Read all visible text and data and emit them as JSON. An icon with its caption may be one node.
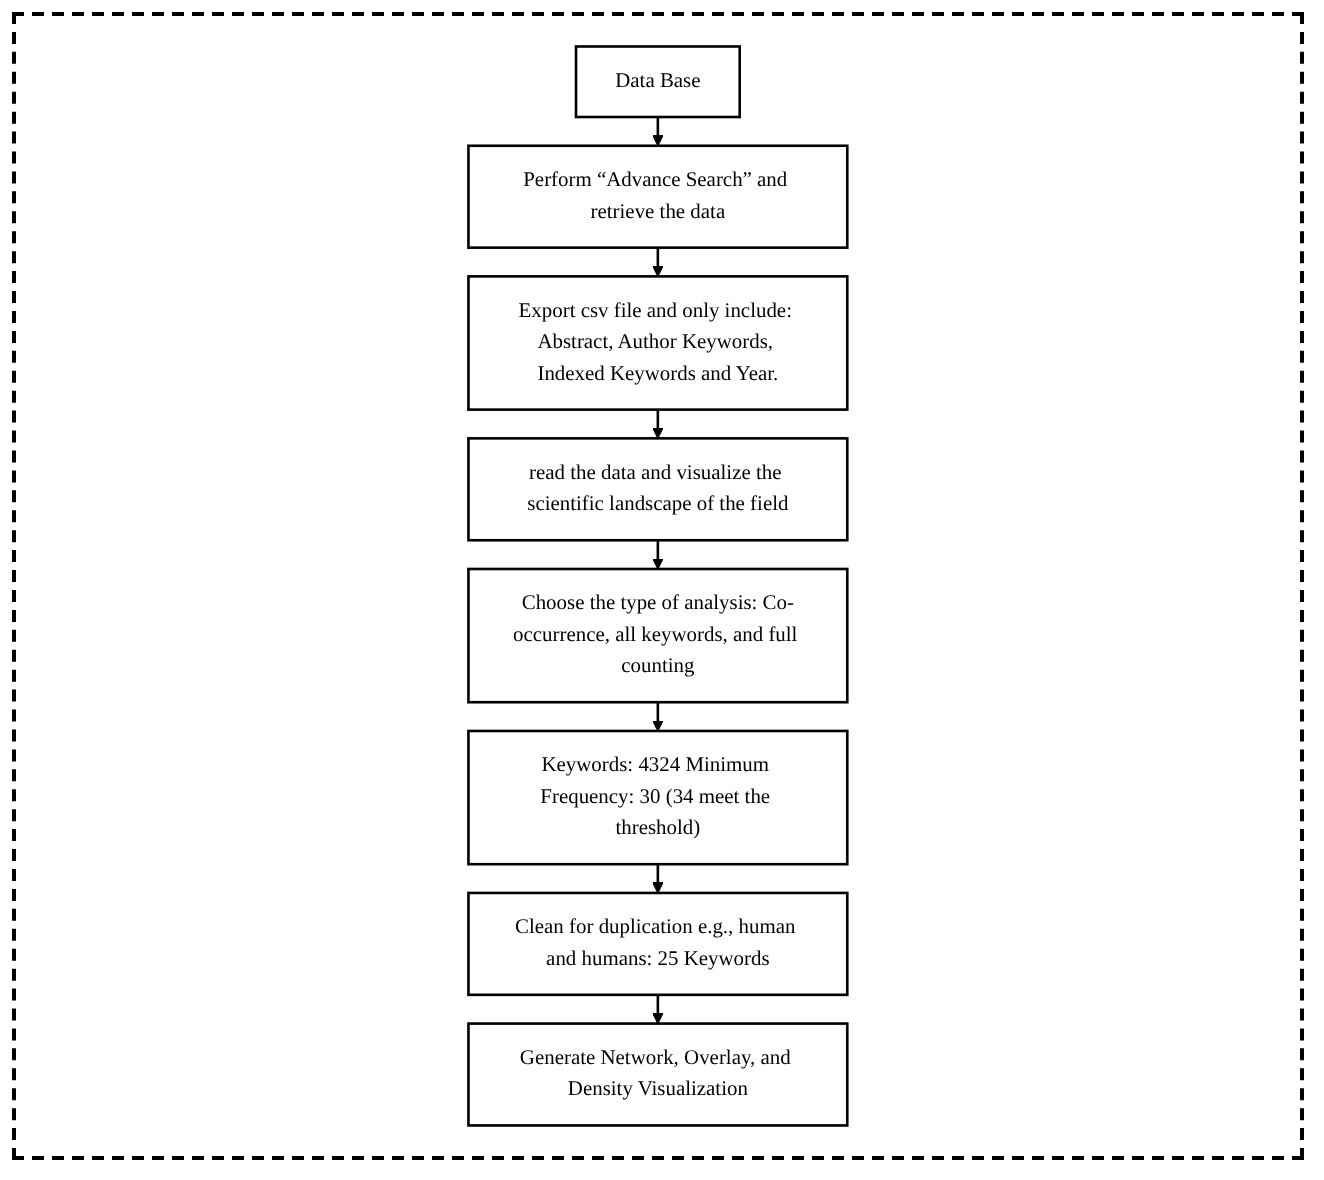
{
  "diagram": {
    "nodes": [
      {
        "text": [
          "Data Base"
        ]
      },
      {
        "text": [
          "Perform “Advance Search” and retrieve the data"
        ]
      },
      {
        "text": [
          "Export csv file and only include: Abstract, Author Keywords, Indexed Keywords and Year."
        ]
      },
      {
        "text": [
          "read the data and visualize the scientific landscape of the field"
        ]
      },
      {
        "text": [
          "Choose the type of analysis: Co-occurrence, all keywords, and full counting"
        ]
      },
      {
        "text": [
          "Keywords: 4324 Minimum Frequency: 30 (34 meet the threshold)"
        ]
      },
      {
        "text": [
          "Clean for duplication e.g., human and humans: 25 Keywords"
        ]
      },
      {
        "text": [
          "Generate Network, Overlay, and Density Visualization"
        ]
      }
    ],
    "edges": [
      {
        "from": 0,
        "to": 1,
        "arrow": "to"
      },
      {
        "from": 1,
        "to": 2,
        "arrow": "to"
      },
      {
        "from": 2,
        "to": 3,
        "arrow": "to"
      },
      {
        "from": 3,
        "to": 4,
        "arrow": "to"
      },
      {
        "from": 4,
        "to": 5,
        "arrow": "to"
      },
      {
        "from": 5,
        "to": 6,
        "arrow": "to"
      },
      {
        "from": 6,
        "to": 7,
        "arrow": "to"
      }
    ]
  }
}
